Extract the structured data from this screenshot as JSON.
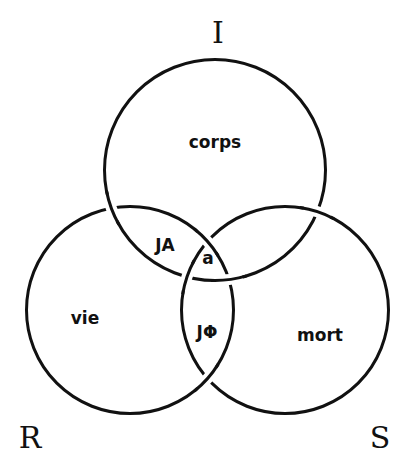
{
  "diagram": {
    "nodes": [
      {
        "text": [
          "I",
          "corps"
        ]
      },
      {
        "text": [
          "R",
          "vie"
        ]
      },
      {
        "text": [
          "S",
          "mort"
        ]
      }
    ],
    "labels": [
      "JA",
      "a",
      "JΦ"
    ]
  }
}
